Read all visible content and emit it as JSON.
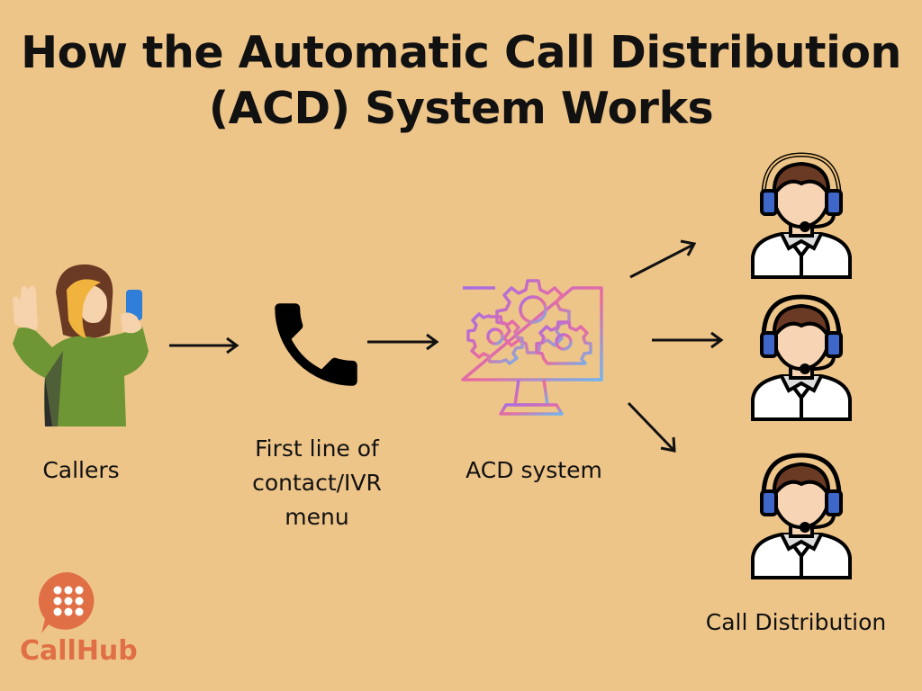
{
  "title": {
    "line1": "How the Automatic Call Distribution",
    "line2": "(ACD) System Works"
  },
  "steps": [
    {
      "label": "Callers",
      "icon": "caller-person-icon"
    },
    {
      "label": "First line of contact/IVR menu",
      "lines": [
        "First line of",
        "contact/IVR",
        "menu"
      ],
      "icon": "phone-handset-icon"
    },
    {
      "label": "ACD system",
      "icon": "monitor-gears-icon"
    },
    {
      "label": "Call Distribution",
      "icon": "agent-headset-icon"
    }
  ],
  "logo": {
    "name": "CallHub",
    "color": "#e06f45"
  },
  "colors": {
    "background": "#eec589",
    "arrow": "#111111",
    "agent_headset": "#3f67c9"
  }
}
